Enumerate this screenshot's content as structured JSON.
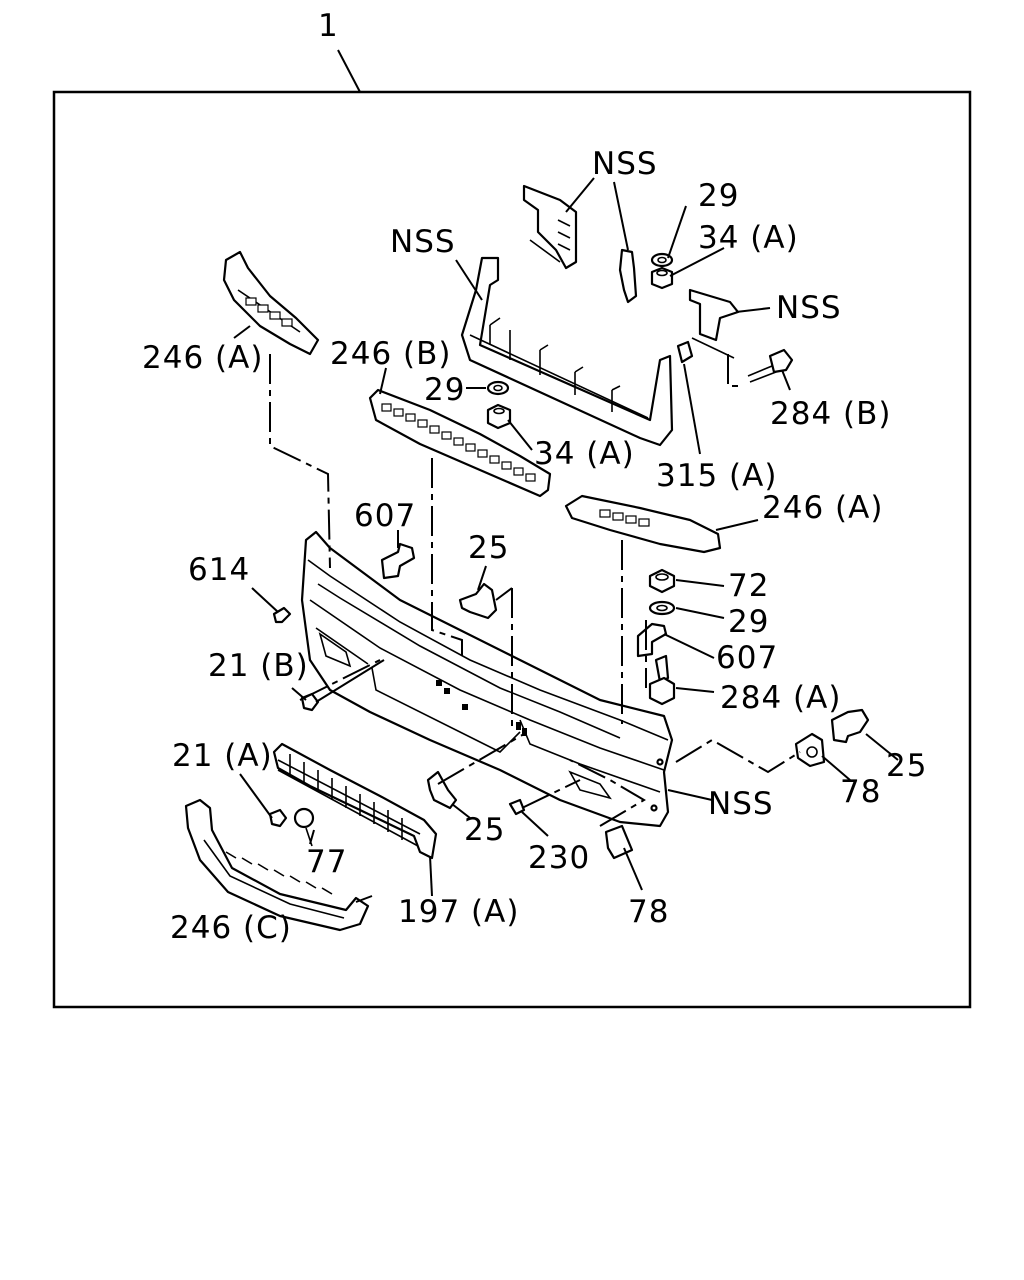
{
  "labels": {
    "assembly": "1",
    "nss_top": "NSS",
    "nss_left": "NSS",
    "nss_right": "NSS",
    "nss_lower": "NSS",
    "p29_top": "29",
    "p34a_top": "34 (A)",
    "p284b": "284 (B)",
    "p246a_left": "246 (A)",
    "p246b": "246 (B)",
    "p29_mid": "29",
    "p34a_mid": "34 (A)",
    "p315a": "315 (A)",
    "p246a_right": "246 (A)",
    "p607_left": "607",
    "p25_mid": "25",
    "p614": "614",
    "p72": "72",
    "p29_right": "29",
    "p607_right": "607",
    "p21b": "21 (B)",
    "p284a": "284 (A)",
    "p25_right": "25",
    "p21a": "21 (A)",
    "p78_right": "78",
    "p25_low": "25",
    "p77": "77",
    "p230": "230",
    "p246c": "246 (C)",
    "p197a": "197 (A)",
    "p78_low": "78"
  }
}
